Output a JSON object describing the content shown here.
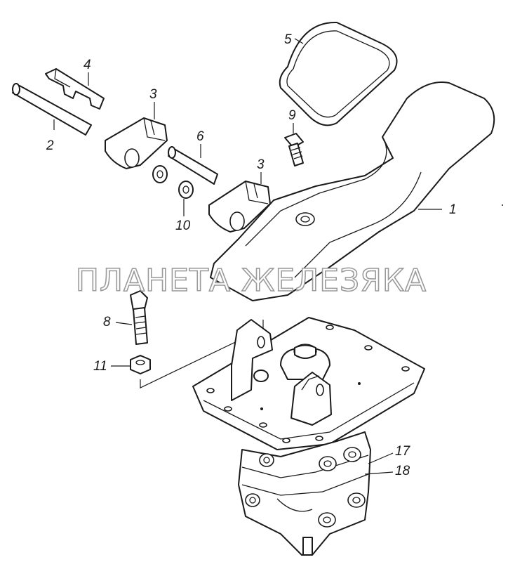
{
  "labels": {
    "l1": "1",
    "l2": "2",
    "l3a": "3",
    "l3b": "3",
    "l4": "4",
    "l5": "5",
    "l6": "6",
    "l8": "8",
    "l9": "9",
    "l10": "10",
    "l11": "11",
    "l17": "17",
    "l18": "18"
  },
  "watermark": "ПЛАНЕТА ЖЕЛЕЗЯКА",
  "colors": {
    "line": "#1a1a1a",
    "watermark_outline": "#9a9a9a",
    "background": "#ffffff"
  }
}
